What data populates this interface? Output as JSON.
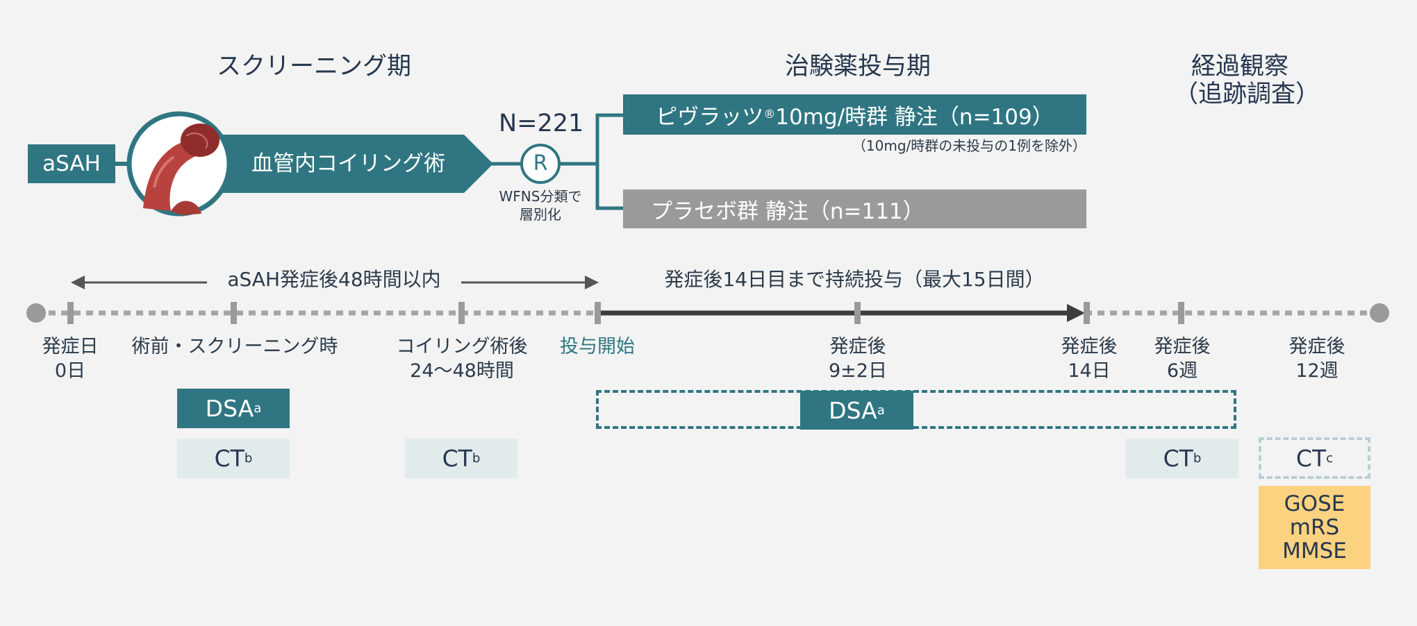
{
  "phases": {
    "screening": "スクリーニング期",
    "treatment": "治験薬投与期",
    "followup_line1": "経過観察",
    "followup_line2": "（追跡調査）"
  },
  "flow": {
    "asah": "aSAH",
    "coiling": "血管内コイリング術",
    "n_total": "N=221",
    "randomize": "R",
    "strat_line1": "WFNS分類で",
    "strat_line2": "層別化",
    "arm1_label_pre": "ピヴラッツ",
    "arm1_reg": "®",
    "arm1_label_post": "10mg/時群  静注（n=109）",
    "arm1_note": "（10mg/時群の未投与の1例を除外）",
    "arm2_label": "プラセボ群  静注（n=111）"
  },
  "timeline": {
    "window_label": "aSAH発症後48時間以内",
    "dosing_label": "発症後14日目まで持続投与（最大15日間）",
    "points": [
      {
        "l1": "発症日",
        "l2": "0日"
      },
      {
        "l1": "術前・スクリーニング時",
        "l2": ""
      },
      {
        "l1": "コイリング術後",
        "l2": "24～48時間"
      },
      {
        "l1": "投与開始",
        "l2": ""
      },
      {
        "l1": "発症後",
        "l2": "9±2日"
      },
      {
        "l1": "発症後",
        "l2": "14日"
      },
      {
        "l1": "発症後",
        "l2": "6週"
      },
      {
        "l1": "発症後",
        "l2": "12週"
      }
    ]
  },
  "assessments": {
    "dsa": "DSA",
    "dsa_sup": "a",
    "ct": "CT",
    "ct_sup_b": "b",
    "ct_sup_c": "c",
    "gose": "GOSE",
    "mrs": "mRS",
    "mmse": "MMSE"
  },
  "colors": {
    "teal": "#2f7682",
    "gray_arm": "#9a9a9a",
    "light_box": "#e1ebec",
    "yellow": "#fbd27f",
    "start_text": "#2f7682"
  }
}
